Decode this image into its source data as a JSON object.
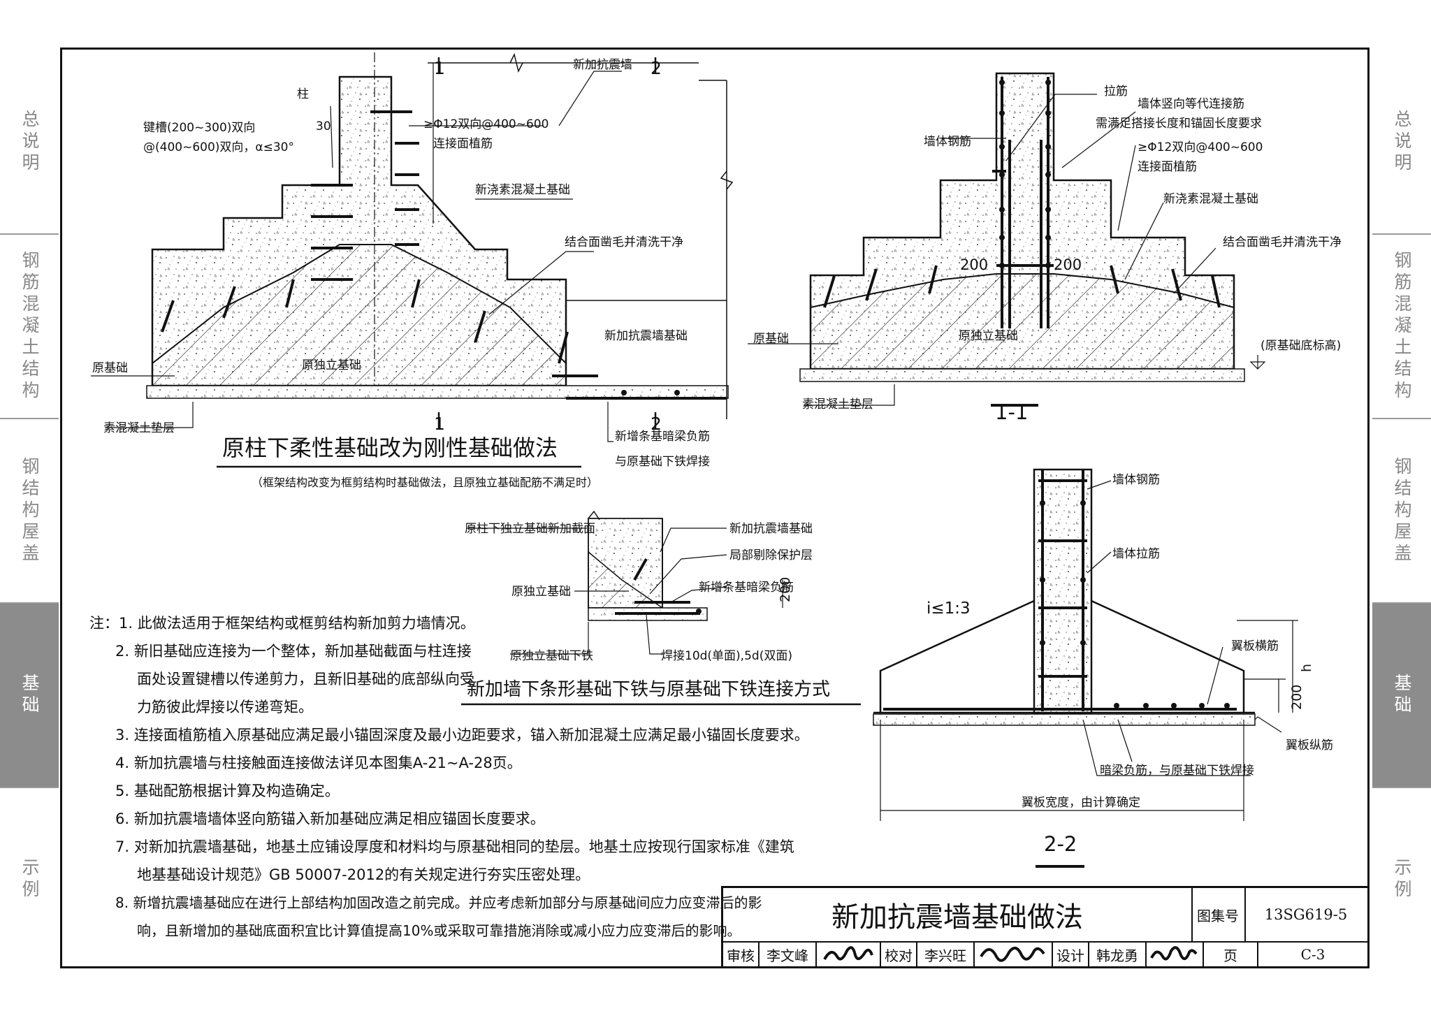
{
  "left_tabs": [
    {
      "label": "总说明"
    },
    {
      "label": "钢筋混凝土结构"
    },
    {
      "label": "钢结构屋盖"
    },
    {
      "label": "基础"
    },
    {
      "label": "示例"
    }
  ],
  "right_tabs": [
    {
      "label": "总说明"
    },
    {
      "label": "钢筋混凝土结构"
    },
    {
      "label": "钢结构屋盖"
    },
    {
      "label": "基础"
    },
    {
      "label": "示例"
    }
  ],
  "fig1": {
    "section_mark_1": "1",
    "section_mark_2": "2",
    "lbl_new_wall": "新加抗震墙",
    "lbl_column": "柱",
    "lbl_key_groove_1": "键槽(200~300)双向",
    "lbl_key_groove_2": "@(400~600)双向，α≤30°",
    "lbl_30": "30",
    "lbl_bar_1": "≥Φ12双向@400~600",
    "lbl_bar_2": "连接面植筋",
    "lbl_new_plain": "新浇素混凝土基础",
    "lbl_roughen": "结合面凿毛并清洗干净",
    "lbl_new_wall_found": "新加抗震墙基础",
    "lbl_orig_found": "原基础",
    "lbl_orig_isolated": "原独立基础",
    "lbl_cushion": "素混凝土垫层",
    "lbl_new_strip_1": "新增条基暗梁负筋",
    "lbl_new_strip_2": "与原基础下铁焊接",
    "title": "原柱下柔性基础改为刚性基础做法",
    "subtitle": "（框架结构改变为框剪结构时基础做法，且原独立基础配筋不满足时）"
  },
  "fig2": {
    "lbl_tie": "拉筋",
    "lbl_wall_bar": "墙体钢筋",
    "lbl_eq_1": "墙体竖向等代连接筋",
    "lbl_eq_2": "需满足搭接长度和锚固长度要求",
    "lbl_bar_1": "≥Φ12双向@400~600",
    "lbl_bar_2": "连接面植筋",
    "lbl_new_plain": "新浇素混凝土基础",
    "lbl_roughen": "结合面凿毛并清洗干净",
    "lbl_200a": "200",
    "lbl_200b": "200",
    "lbl_orig_found": "原基础",
    "lbl_orig_isolated": "原独立基础",
    "lbl_elev": "(原基础底标高)",
    "lbl_cushion": "素混凝土垫层",
    "title": "1-1"
  },
  "fig3": {
    "lbl_a": "原柱下独立基础新加截面",
    "lbl_b": "新加抗震墙基础",
    "lbl_c": "局部剔除保护层",
    "lbl_d": "原独立基础",
    "lbl_e": "新增条基暗梁负筋",
    "lbl_200": "200",
    "lbl_f": "原独立基础下铁",
    "lbl_g": "焊接10d(单面),5d(双面)",
    "title": "新加墙下条形基础下铁与原基础下铁连接方式"
  },
  "fig4": {
    "lbl_wall_bar": "墙体钢筋",
    "lbl_wall_tie": "墙体拉筋",
    "lbl_slope": "i≤1:3",
    "lbl_wing_trans": "翼板横筋",
    "lbl_h": "h",
    "lbl_200": "200",
    "lbl_wing_long": "翼板纵筋",
    "lbl_beam": "暗梁负筋，与原基础下铁焊接",
    "lbl_width": "翼板宽度，由计算确定",
    "title": "2-2"
  },
  "notes": [
    "注：1. 此做法适用于框架结构或框剪结构新加剪力墙情况。",
    "2. 新旧基础应连接为一个整体，新加基础截面与柱连接",
    "面处设置键槽以传递剪力，且新旧基础的底部纵向受",
    "力筋彼此焊接以传递弯矩。",
    "3. 连接面植筋植入原基础应满足最小锚固深度及最小边距要求，锚入新加混凝土应满足最小锚固长度要求。",
    "4. 新加抗震墙与柱接触面连接做法详见本图集A-21~A-28页。",
    "5. 基础配筋根据计算及构造确定。",
    "6. 新加抗震墙墙体竖向筋锚入新加基础应满足相应锚固长度要求。",
    "7. 对新加抗震墙基础，地基土应铺设厚度和材料均与原基础相同的垫层。地基土应按现行国家标准《建筑",
    "地基基础设计规范》GB 50007-2012的有关规定进行夯实压密处理。",
    "8. 新增抗震墙基础应在进行上部结构加固改造之前完成。并应考虑新加部分与原基础间应力应变滞后的影",
    "响，且新增加的基础底面积宜比计算值提高10%或采取可靠措施消除或减小应力应变滞后的影响。"
  ],
  "title_block": {
    "title": "新加抗震墙基础做法",
    "atlas_label": "图集号",
    "atlas_value": "13SG619-5",
    "review_label": "审核",
    "review_name": "李文峰",
    "check_label": "校对",
    "check_name": "李兴旺",
    "design_label": "设计",
    "design_name": "韩龙勇",
    "page_label": "页",
    "page_value": "C-3"
  }
}
